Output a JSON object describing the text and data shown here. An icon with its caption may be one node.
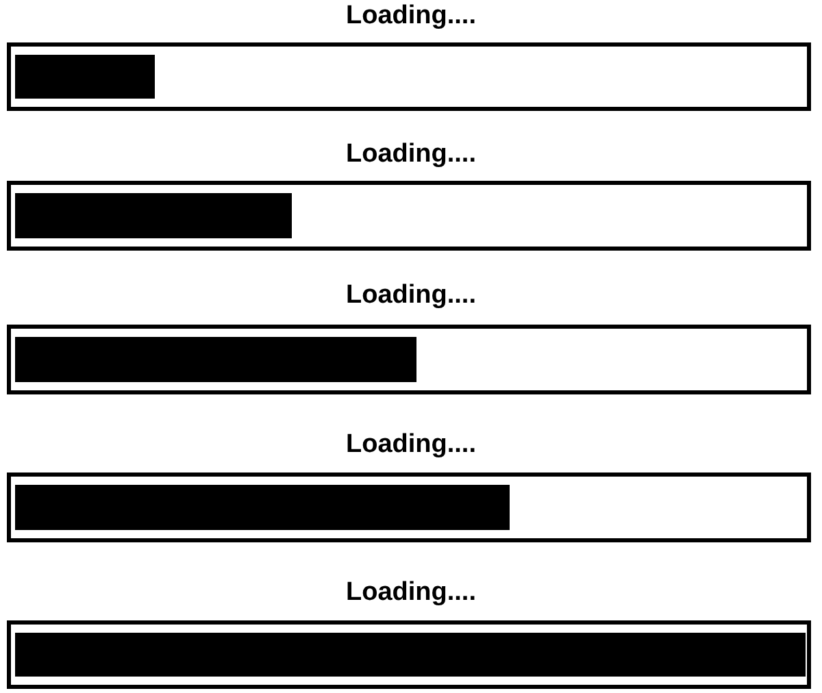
{
  "diagram": {
    "nodes": [
      {
        "text": [
          "Loading...."
        ]
      },
      {
        "text": [],
        "shape": "bar",
        "in": 0
      },
      {
        "text": [
          "Loading...."
        ]
      },
      {
        "text": [],
        "shape": "bar",
        "in": 2
      },
      {
        "text": [
          "Loading...."
        ]
      },
      {
        "text": [],
        "shape": "bar",
        "in": 4
      },
      {
        "text": [
          "Loading...."
        ]
      },
      {
        "text": [],
        "shape": "bar",
        "in": 6
      },
      {
        "text": [
          "Loading...."
        ]
      },
      {
        "text": [],
        "shape": "bar",
        "in": 8
      }
    ]
  }
}
